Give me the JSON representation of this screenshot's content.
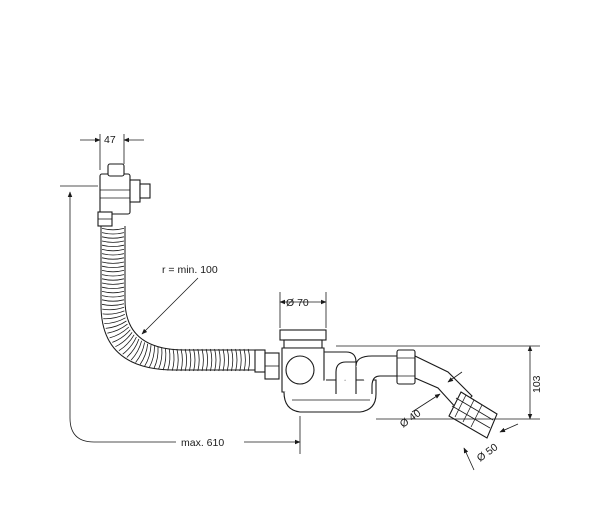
{
  "labels": {
    "overflow_width": "47",
    "bend_radius": "r = min. 100",
    "trap_diameter": "Ø 70",
    "height": "103",
    "outlet_inner": "Ø 40",
    "outlet_outer": "Ø 50",
    "max_length": "max. 610"
  }
}
